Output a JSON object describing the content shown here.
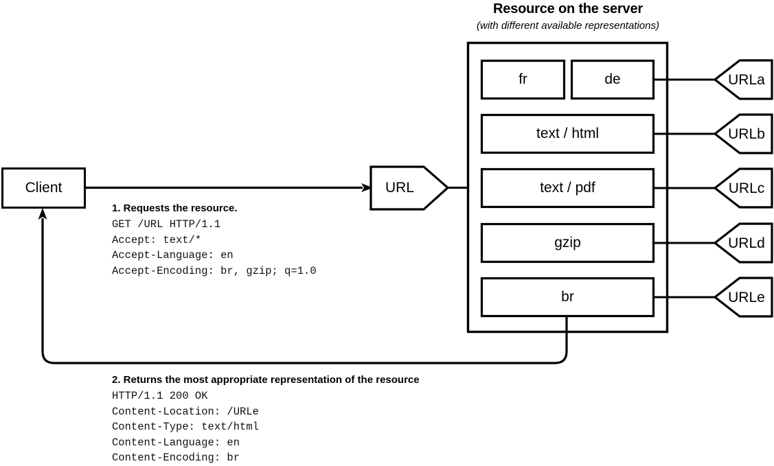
{
  "header": {
    "title": "Resource on the server",
    "subtitle": "(with different available representations)"
  },
  "client": {
    "label": "Client"
  },
  "request_url": {
    "label": "URL"
  },
  "representations": [
    {
      "name": "fr",
      "url": "URLa"
    },
    {
      "name": "de",
      "url": "URLa"
    },
    {
      "name": "text / html",
      "url": "URLb"
    },
    {
      "name": "text / pdf",
      "url": "URLc"
    },
    {
      "name": "gzip",
      "url": "URLd"
    },
    {
      "name": "br",
      "url": "URLe"
    }
  ],
  "url_nodes": [
    {
      "label": "URLa"
    },
    {
      "label": "URLb"
    },
    {
      "label": "URLc"
    },
    {
      "label": "URLd"
    },
    {
      "label": "URLe"
    }
  ],
  "request_message": {
    "heading": "1. Requests the resource.",
    "lines": "GET /URL HTTP/1.1\nAccept: text/*\nAccept-Language: en\nAccept-Encoding: br, gzip; q=1.0"
  },
  "response_message": {
    "heading": "2. Returns the most appropriate representation of the resource",
    "lines": "HTTP/1.1 200 OK\nContent-Location: /URLe\nContent-Type: text/html\nContent-Language: en\nContent-Encoding: br"
  },
  "colors": {
    "stroke": "#000000",
    "background": "#ffffff",
    "text": "#000000"
  }
}
